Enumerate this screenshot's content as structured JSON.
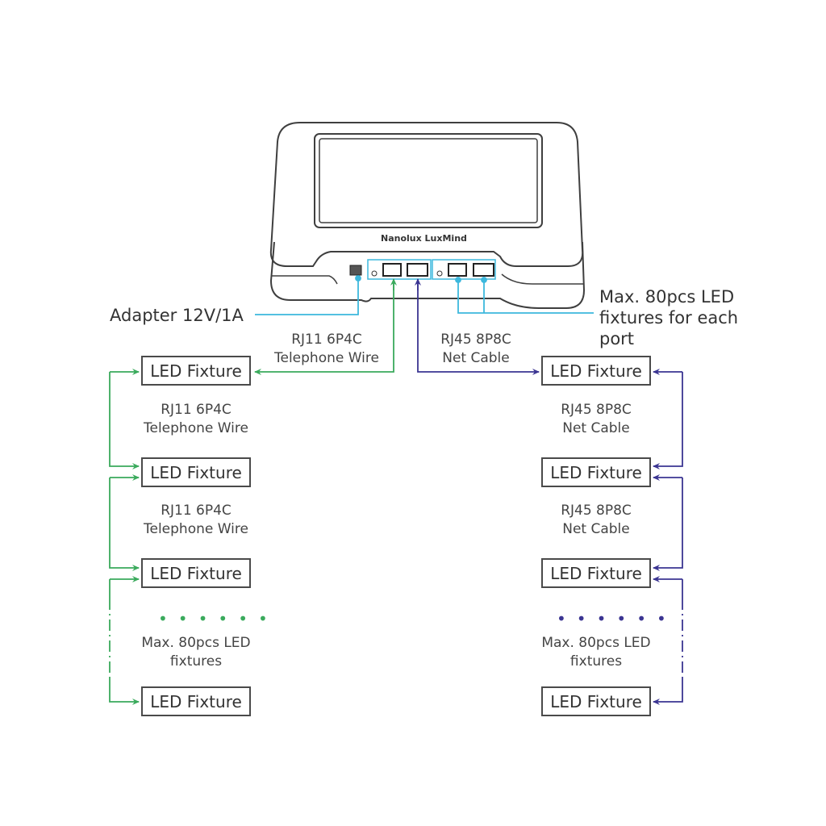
{
  "device": {
    "brand_label": "Nanolux LuxMind"
  },
  "colors": {
    "rj11_green": "#3aaa5c",
    "rj45_purple": "#3b3592",
    "power_cyan": "#3db8dd",
    "outline": "#4a4a4a"
  },
  "annotations": {
    "adapter": "Adapter 12V/1A",
    "max_per_port_line1": "Max. 80pcs LED",
    "max_per_port_line2": "fixtures for each",
    "max_per_port_line3": "port"
  },
  "top_cables": {
    "rj11": {
      "line1": "RJ11 6P4C",
      "line2": "Telephone Wire"
    },
    "rj45": {
      "line1": "RJ45 8P8C",
      "line2": "Net Cable"
    }
  },
  "left_chain": {
    "fixtures": [
      "LED Fixture",
      "LED Fixture",
      "LED Fixture",
      "LED Fixture"
    ],
    "links": [
      {
        "line1": "RJ11 6P4C",
        "line2": "Telephone Wire"
      },
      {
        "line1": "RJ11 6P4C",
        "line2": "Telephone Wire"
      }
    ],
    "dots": "••••••",
    "max_line1": "Max. 80pcs LED",
    "max_line2": "fixtures"
  },
  "right_chain": {
    "fixtures": [
      "LED Fixture",
      "LED Fixture",
      "LED Fixture",
      "LED Fixture"
    ],
    "links": [
      {
        "line1": "RJ45 8P8C",
        "line2": "Net Cable"
      },
      {
        "line1": "RJ45 8P8C",
        "line2": "Net Cable"
      }
    ],
    "dots": "••••••",
    "max_line1": "Max. 80pcs LED",
    "max_line2": "fixtures"
  }
}
